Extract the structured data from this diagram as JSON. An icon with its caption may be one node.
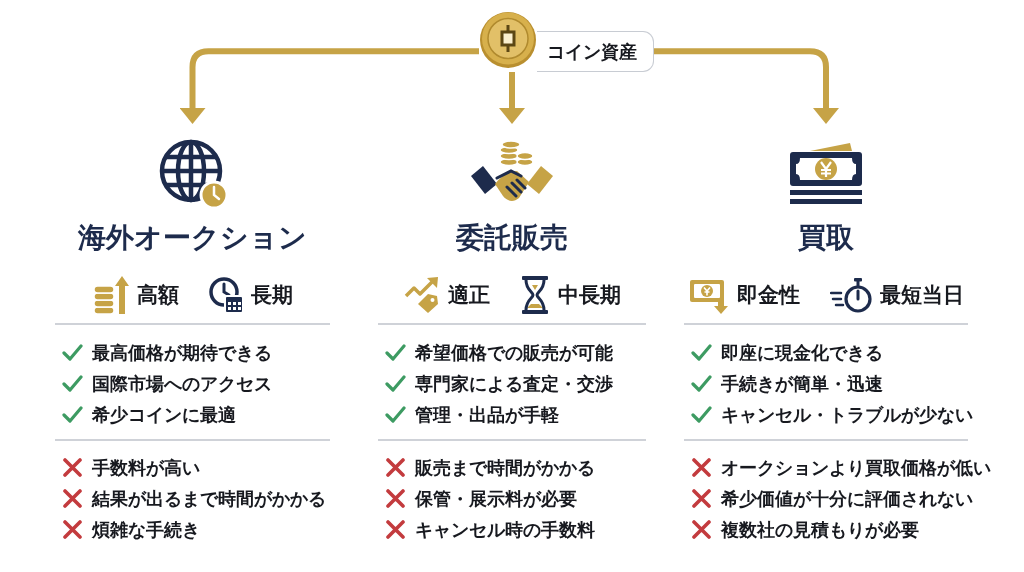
{
  "diagram": {
    "nodes": [
      {
        "text": [
          "コイン資産"
        ]
      },
      {
        "text": [
          "海外オークション",
          "高額",
          "長期",
          "最高価格が期待できる",
          "国際市場へのアクセス",
          "希少コインに最適",
          "手数料が高い",
          "結果が出るまで時間がかかる",
          "煩雑な手続き"
        ]
      },
      {
        "text": [
          "委託販売",
          "適正",
          "中長期",
          "希望価格での販売が可能",
          "専門家による査定・交渉",
          "管理・出品が手軽",
          "販売まで時間がかかる",
          "保管・展示料が必要",
          "キャンセル時の手数料"
        ]
      },
      {
        "text": [
          "買取",
          "即金性",
          "最短当日",
          "即座に現金化できる",
          "手続きが簡単・迅速",
          "キャンセル・トラブルが少ない",
          "オークションより買取価格が低い",
          "希少価値が十分に評価されない",
          "複数社の見積もりが必要"
        ]
      }
    ],
    "edges": [
      {
        "from": 0,
        "to": 1,
        "arrow": "to"
      },
      {
        "from": 0,
        "to": 2,
        "arrow": "to"
      },
      {
        "from": 0,
        "to": 3,
        "arrow": "to"
      }
    ]
  }
}
